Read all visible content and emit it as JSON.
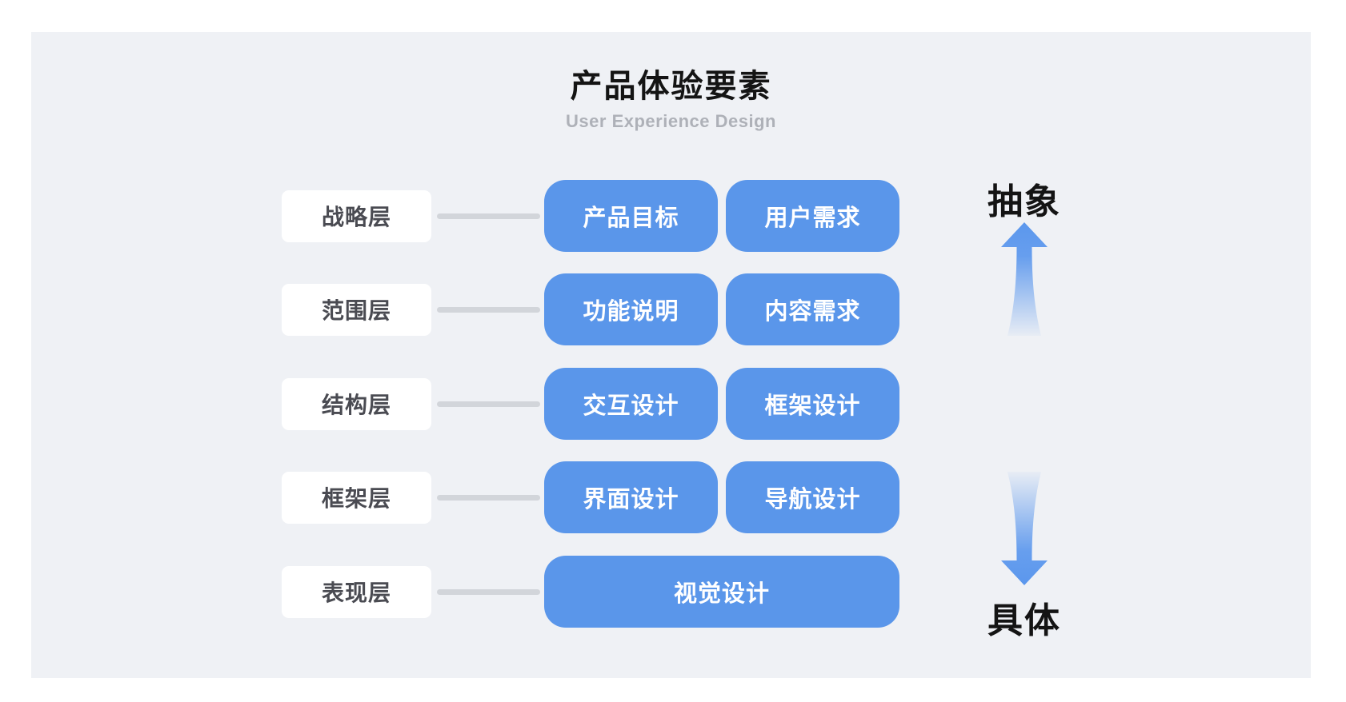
{
  "header": {
    "title": "产品体验要素",
    "subtitle": "User Experience Design"
  },
  "rows": [
    {
      "label": "战略层",
      "items": [
        "产品目标",
        "用户需求"
      ]
    },
    {
      "label": "范围层",
      "items": [
        "功能说明",
        "内容需求"
      ]
    },
    {
      "label": "结构层",
      "items": [
        "交互设计",
        "框架设计"
      ]
    },
    {
      "label": "框架层",
      "items": [
        "界面设计",
        "导航设计"
      ]
    },
    {
      "label": "表现层",
      "items": [
        "视觉设计"
      ]
    }
  ],
  "axis": {
    "top_label": "抽象",
    "bottom_label": "具体"
  },
  "colors": {
    "panel_bg": "#eff1f5",
    "box_blue": "#5a96ea",
    "connector_gray": "#d2d5da",
    "label_text": "#4a4b52",
    "subtitle_text": "#aeb1b8",
    "title_text": "#141414"
  }
}
